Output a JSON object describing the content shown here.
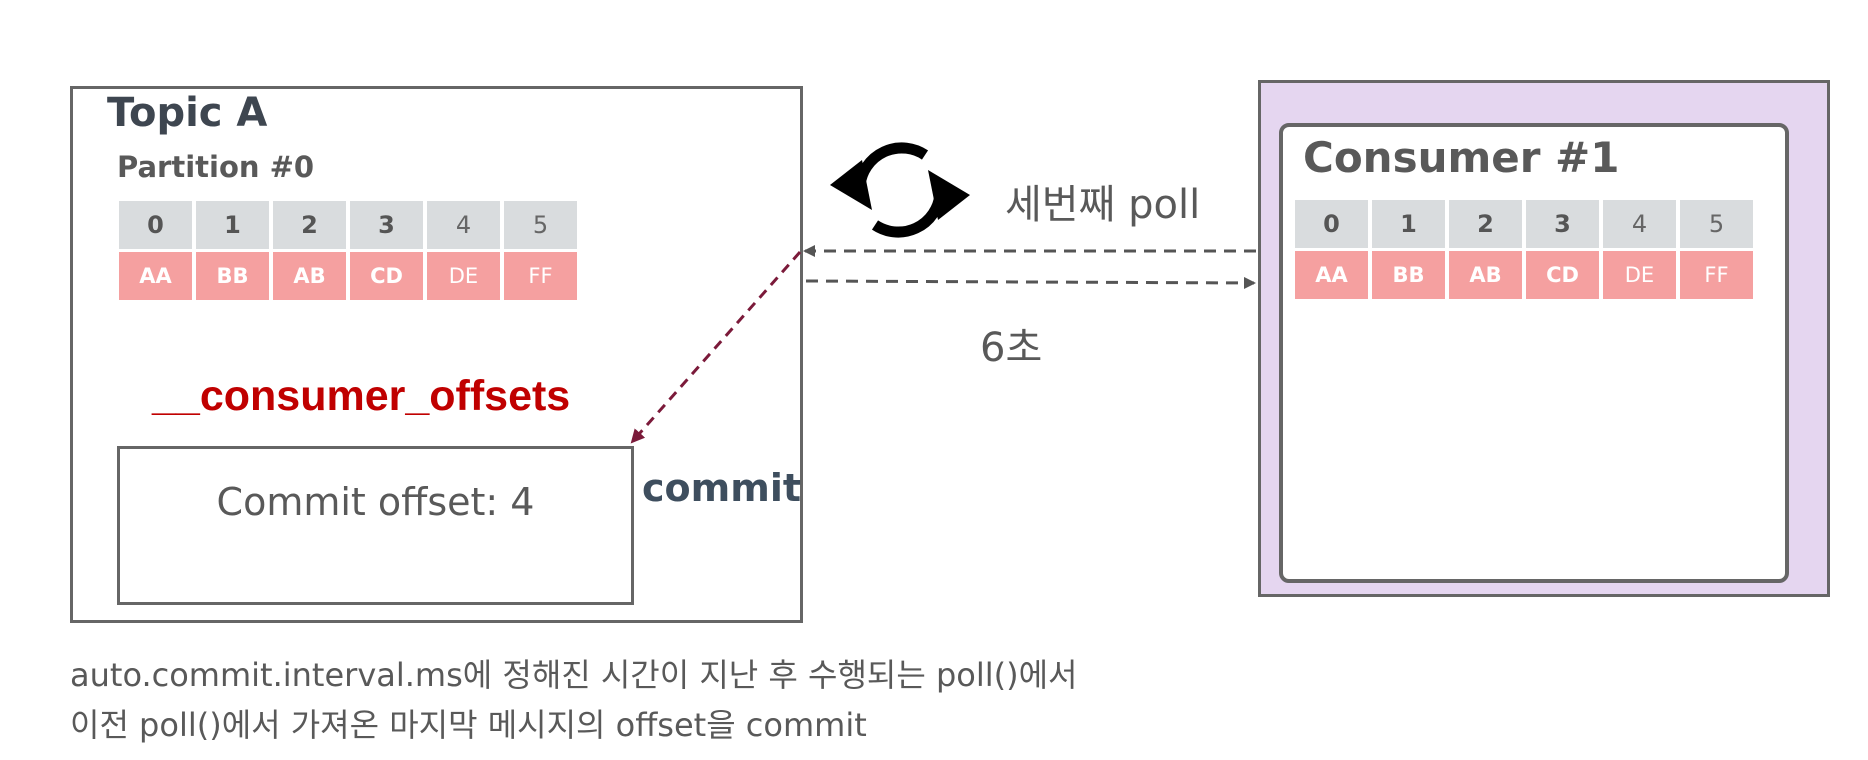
{
  "topic": {
    "title": "Topic A",
    "partition_title": "Partition #0",
    "cells": [
      {
        "num": "0",
        "val": "AA"
      },
      {
        "num": "1",
        "val": "BB"
      },
      {
        "num": "2",
        "val": "AB"
      },
      {
        "num": "3",
        "val": "CD"
      },
      {
        "num": "4",
        "val": "DE"
      },
      {
        "num": "5",
        "val": "FF"
      }
    ]
  },
  "offsets": {
    "title": "__consumer_offsets",
    "commit_text": "Commit offset: 4",
    "commit_label": "commit"
  },
  "flow": {
    "poll_label": "세번째 poll",
    "interval_label": "6초"
  },
  "consumer": {
    "title": "Consumer #1",
    "cells": [
      {
        "num": "0",
        "val": "AA"
      },
      {
        "num": "1",
        "val": "BB"
      },
      {
        "num": "2",
        "val": "AB"
      },
      {
        "num": "3",
        "val": "CD"
      },
      {
        "num": "4",
        "val": "DE"
      },
      {
        "num": "5",
        "val": "FF"
      }
    ]
  },
  "caption": {
    "line1": "auto.commit.interval.ms에 정해진 시간이 지난 후 수행되는 poll()에서",
    "line2": "이전 poll()에서 가져온 마지막 메시지의 offset을 commit"
  },
  "colors": {
    "offset_header_bg": "#d9dcde",
    "message_bg": "#f5a0a0",
    "offsets_title": "#c00000",
    "consumer_bg": "#e5d6f0",
    "commit_arrow": "#7b1a3a"
  },
  "icons": {
    "refresh": "refresh-icon"
  }
}
